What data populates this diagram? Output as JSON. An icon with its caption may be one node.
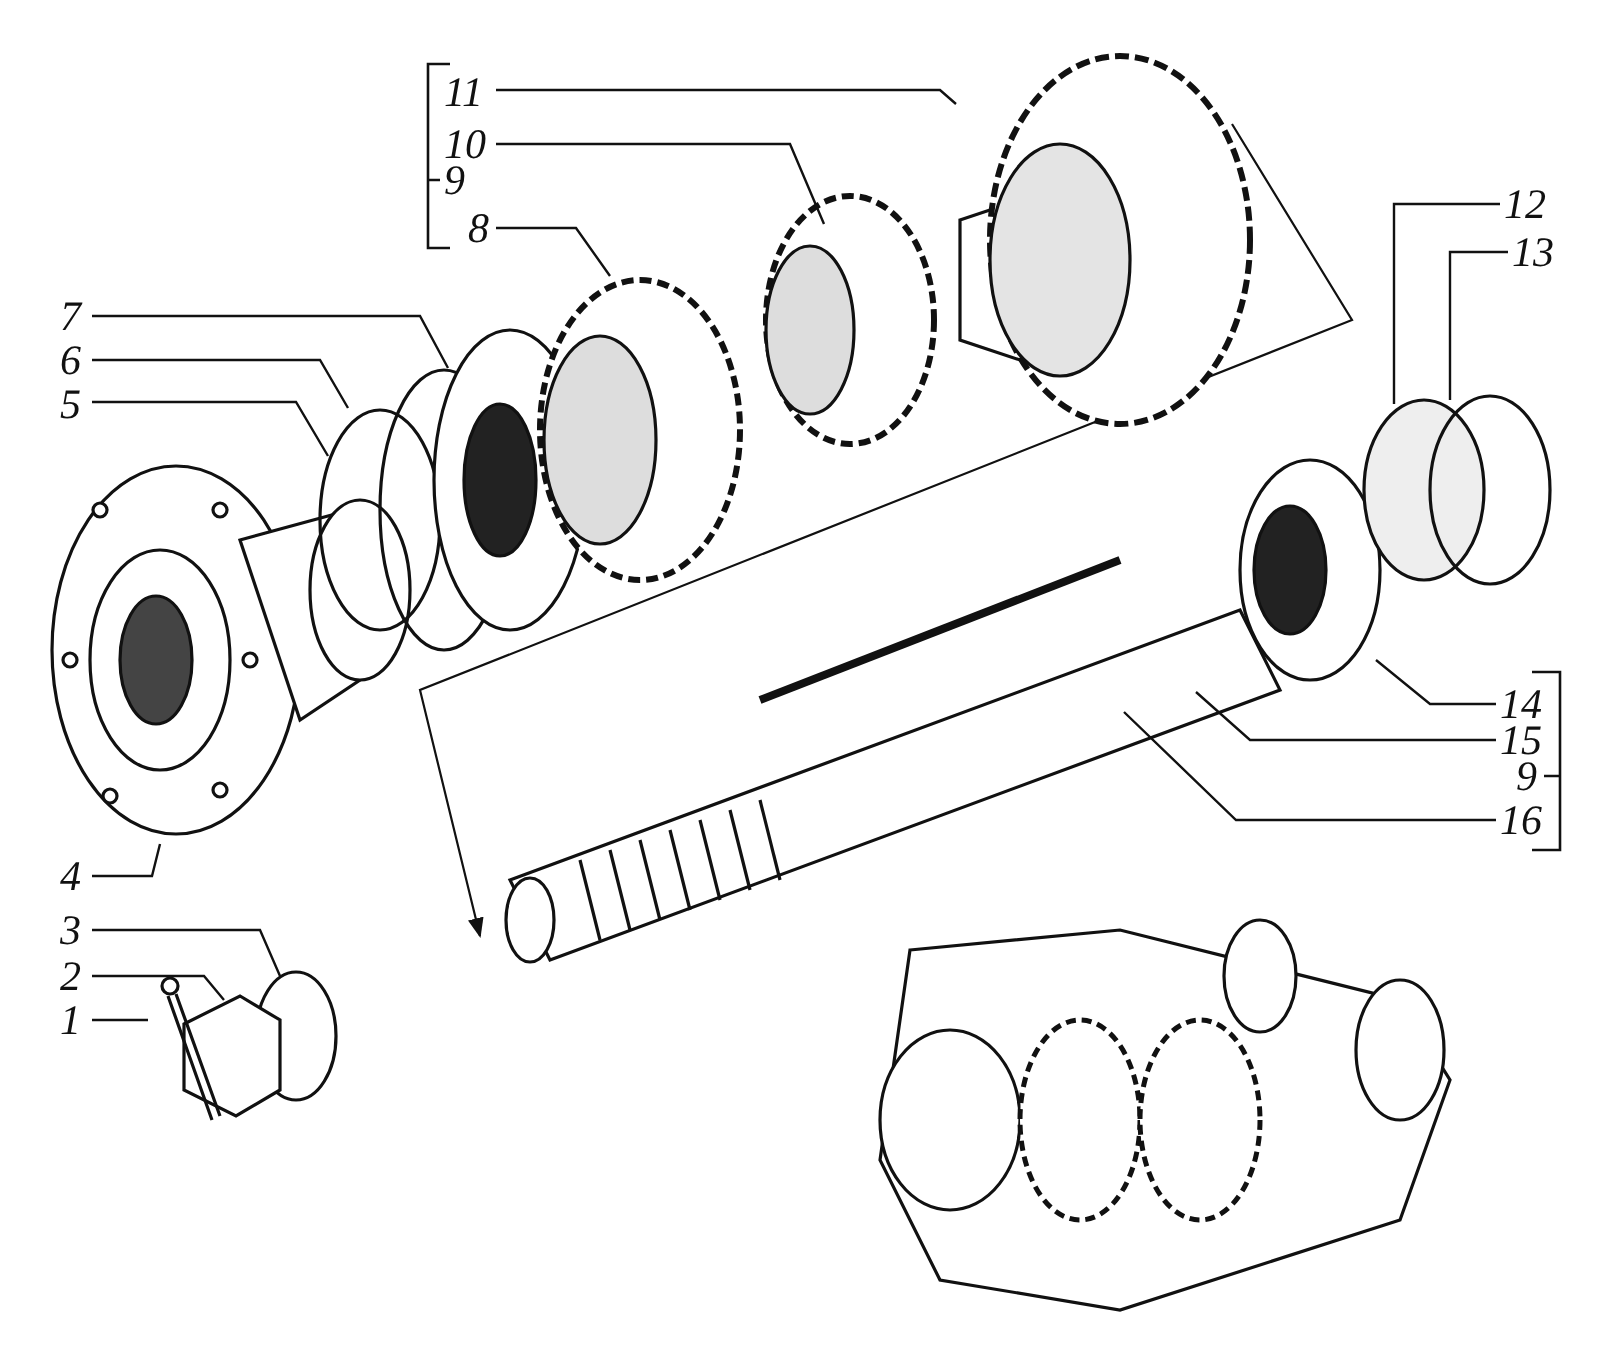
{
  "diagram": {
    "nodes": [
      {
        "text": [
          "11"
        ]
      },
      {
        "text": [
          "10"
        ]
      },
      {
        "text": [
          "8"
        ]
      },
      {
        "text": [
          "7"
        ]
      },
      {
        "text": [
          "6"
        ]
      },
      {
        "text": [
          "5"
        ]
      },
      {
        "text": [
          "4"
        ]
      },
      {
        "text": [
          "3"
        ]
      },
      {
        "text": [
          "2"
        ]
      },
      {
        "text": [
          "1"
        ]
      },
      {
        "text": [
          "12"
        ]
      },
      {
        "text": [
          "13"
        ]
      },
      {
        "text": [
          "14"
        ]
      },
      {
        "text": [
          "15"
        ]
      },
      {
        "text": [
          "16"
        ]
      }
    ],
    "edges": [
      {
        "from": 0,
        "to": null,
        "arrow": "none"
      },
      {
        "from": 1,
        "to": null,
        "arrow": "none"
      },
      {
        "from": 2,
        "to": null,
        "arrow": "none"
      },
      {
        "from": 3,
        "to": null,
        "arrow": "none"
      },
      {
        "from": 4,
        "to": null,
        "arrow": "none"
      },
      {
        "from": 5,
        "to": null,
        "arrow": "none"
      },
      {
        "from": 6,
        "to": null,
        "arrow": "none"
      },
      {
        "from": 7,
        "to": null,
        "arrow": "none"
      },
      {
        "from": 8,
        "to": null,
        "arrow": "none"
      },
      {
        "from": 9,
        "to": null,
        "arrow": "none"
      },
      {
        "from": 10,
        "to": null,
        "arrow": "none"
      },
      {
        "from": 11,
        "to": null,
        "arrow": "none"
      },
      {
        "from": 12,
        "to": null,
        "arrow": "none"
      },
      {
        "from": 13,
        "to": null,
        "arrow": "none"
      },
      {
        "from": 14,
        "to": null,
        "arrow": "none"
      }
    ],
    "labels": [
      "9",
      "9"
    ]
  }
}
